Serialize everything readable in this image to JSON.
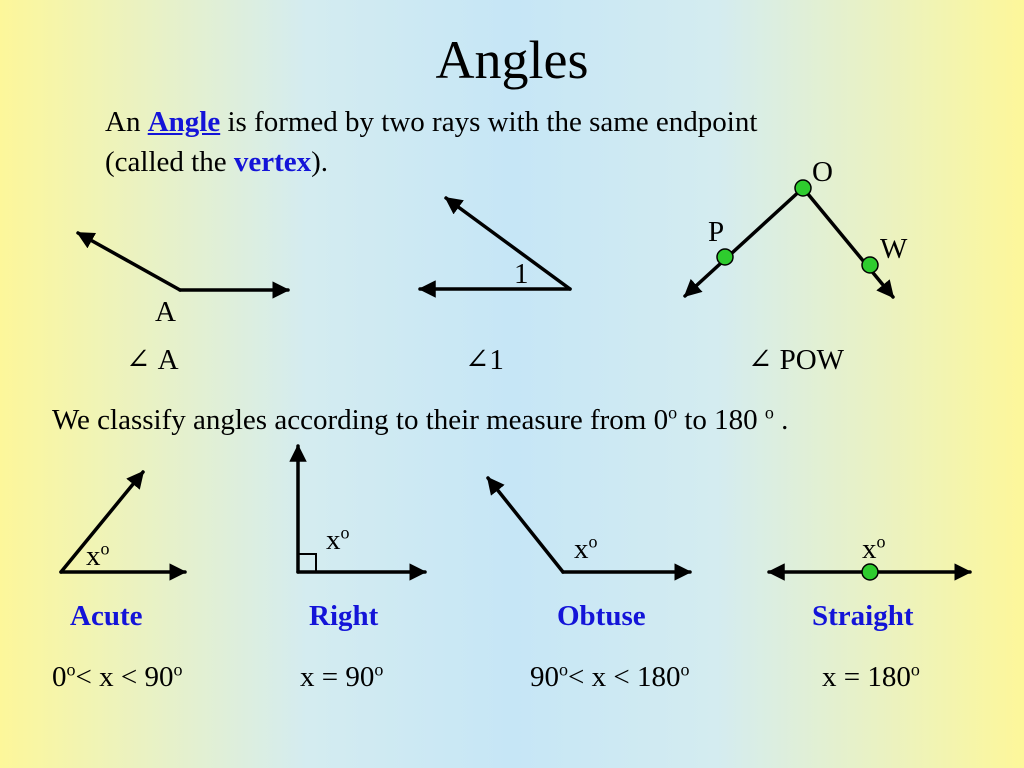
{
  "title": "Angles",
  "definition": {
    "prefix": "An ",
    "term": "Angle",
    "middle": " is formed by two rays with the same endpoint",
    "line2_prefix": "(called the ",
    "vertex_term": "vertex",
    "line2_suffix": ")."
  },
  "examples": [
    {
      "vertex_label": "A",
      "symbol": "∠",
      "name": "A"
    },
    {
      "vertex_label": "1",
      "symbol": "∠",
      "name": "1"
    },
    {
      "point_labels": [
        "P",
        "O",
        "W"
      ],
      "symbol": "∠",
      "name": "POW"
    }
  ],
  "classify": {
    "prefix": "We classify angles according to their measure from 0",
    "deg1": "o",
    "middle": " to 180 ",
    "deg2": "o",
    "suffix": " ."
  },
  "types": [
    {
      "name": "Acute",
      "measure_label": "x",
      "deg": "o",
      "range_a": "0",
      "range_b": "< x < 90",
      "range_c": ""
    },
    {
      "name": "Right",
      "measure_label": "x",
      "deg": "o",
      "range_a": "x = 90",
      "range_b": "",
      "range_c": ""
    },
    {
      "name": "Obtuse",
      "measure_label": "x",
      "deg": "o",
      "range_a": "90",
      "range_b": "< x < 180",
      "range_c": ""
    },
    {
      "name": "Straight",
      "measure_label": "x",
      "deg": "o",
      "range_a": "x = 180",
      "range_b": "",
      "range_c": ""
    }
  ],
  "colors": {
    "term": "#1414d8",
    "point": "#2ecc2e",
    "background_center": "#c6e6f6",
    "background_edge": "#fdf79a"
  }
}
